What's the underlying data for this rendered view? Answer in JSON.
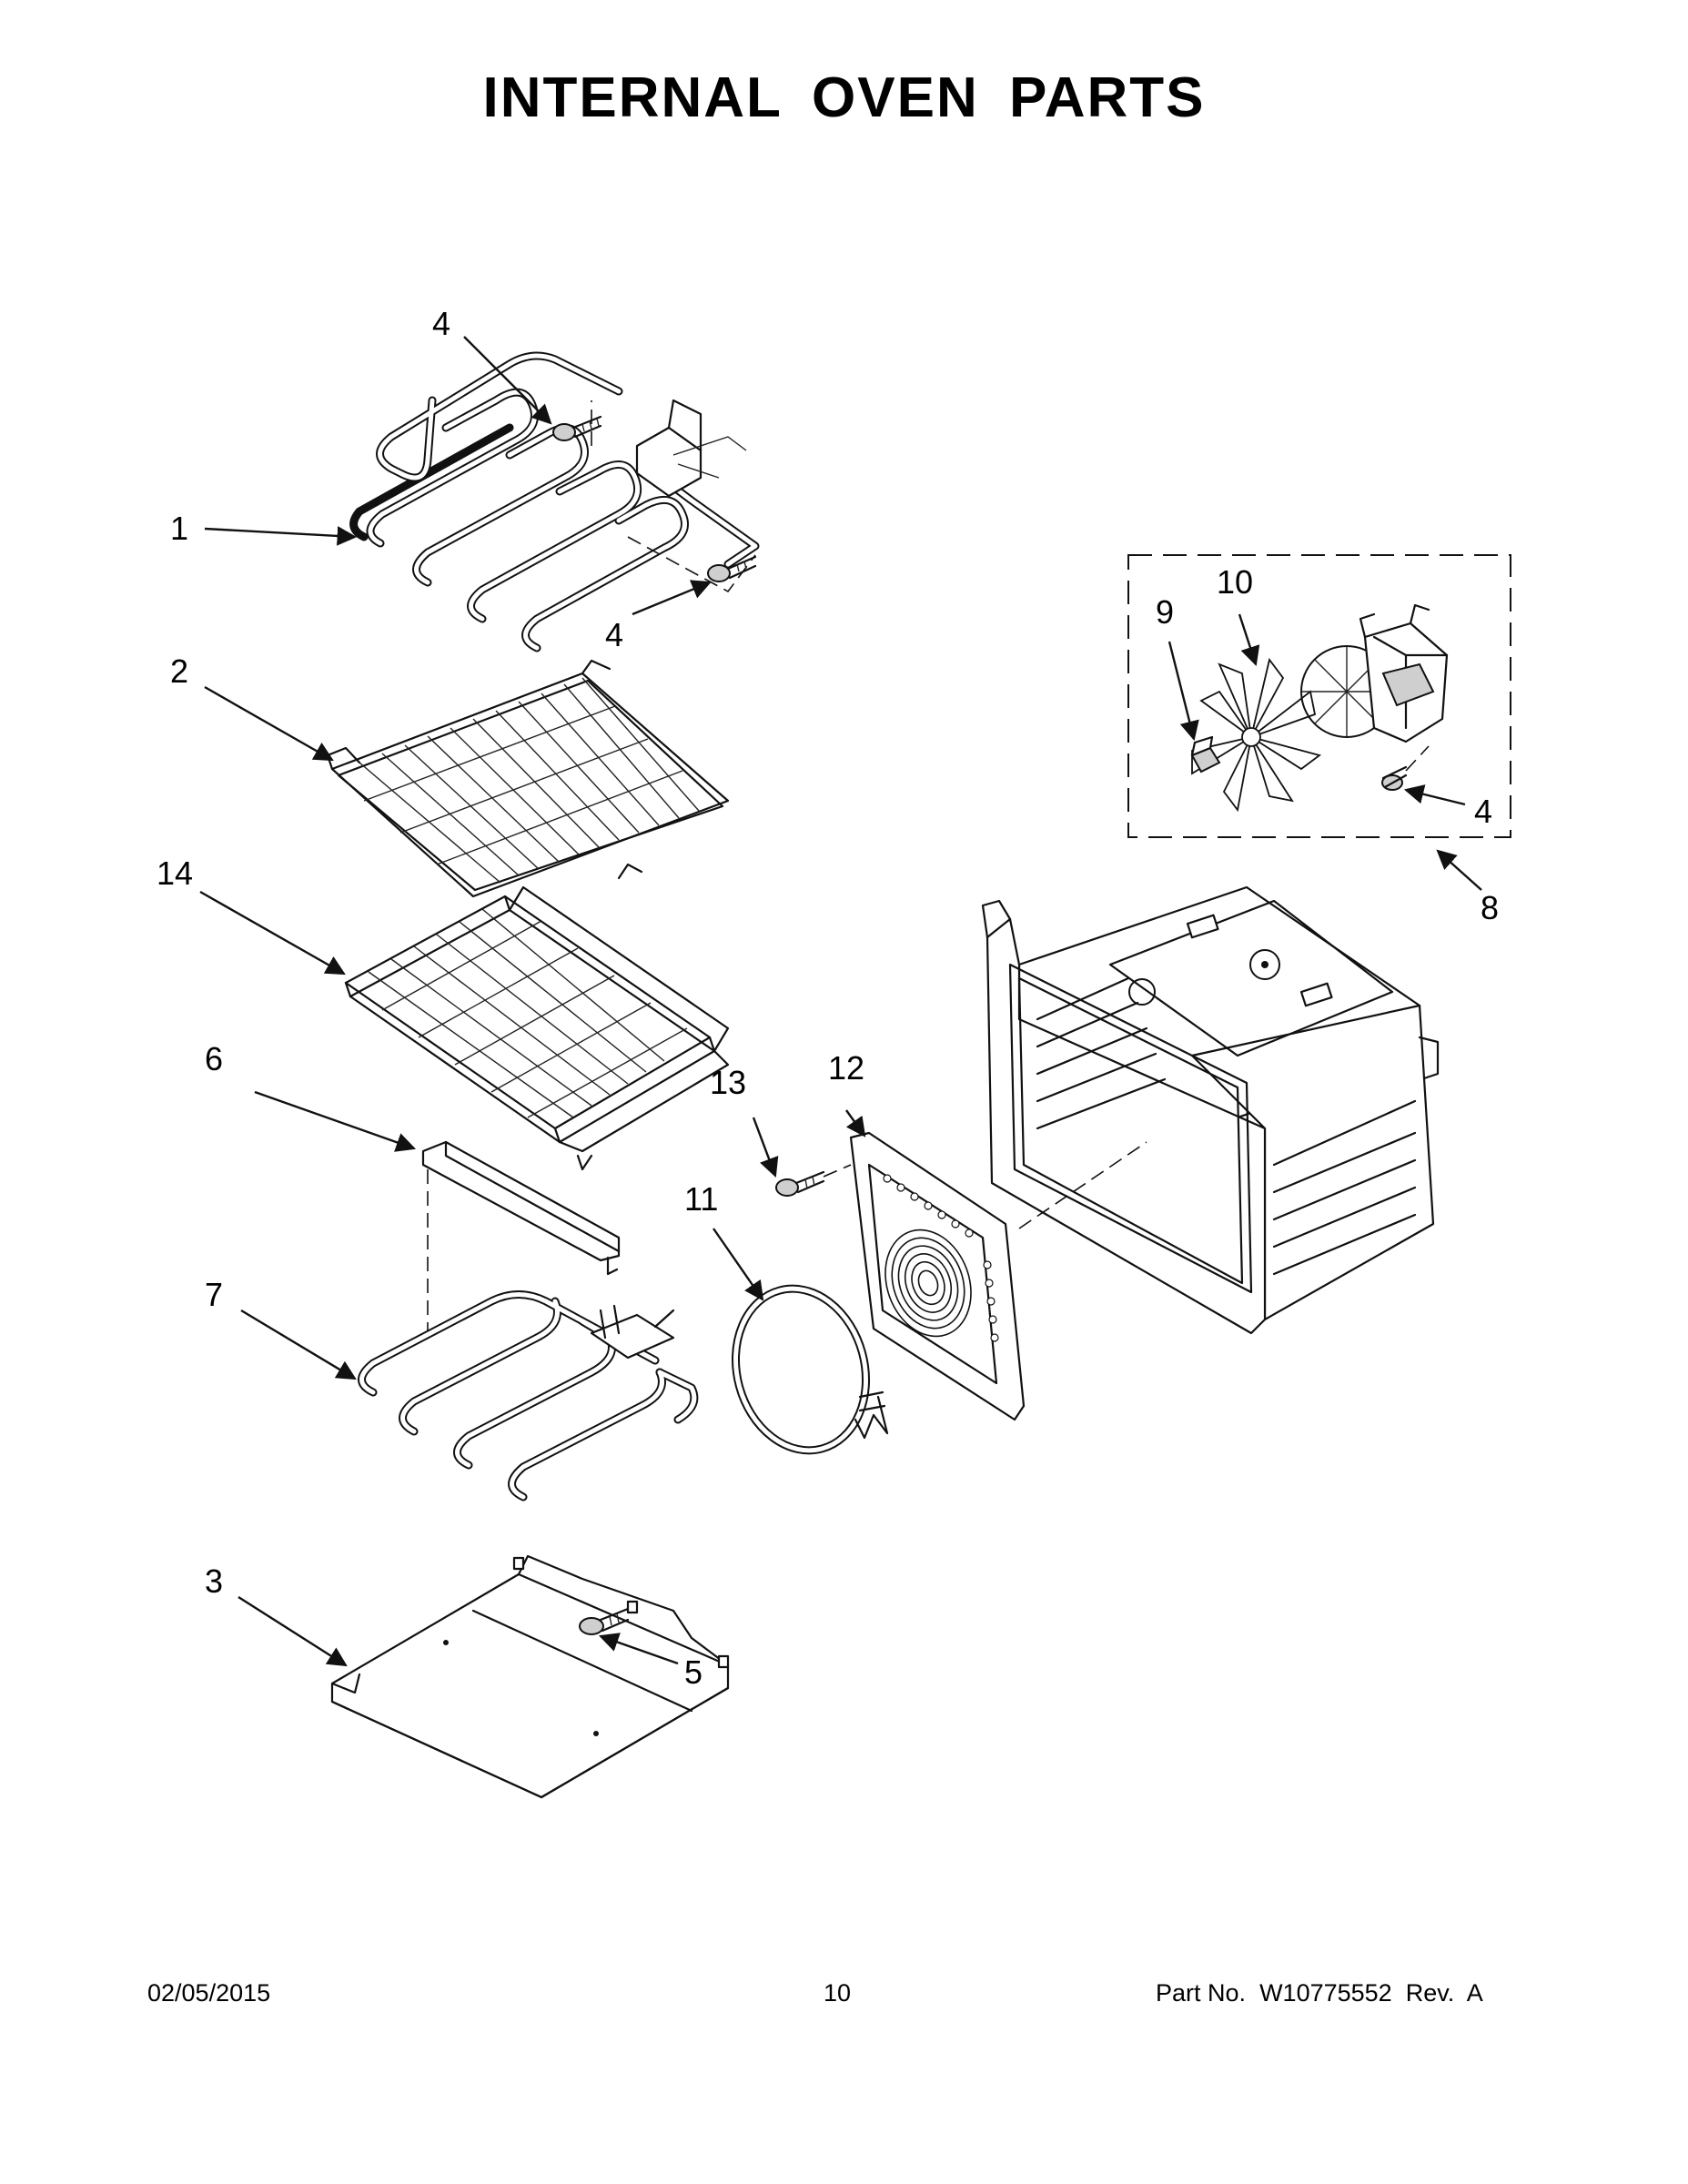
{
  "title": "INTERNAL OVEN PARTS",
  "callouts": {
    "c1": "1",
    "c2": "2",
    "c3": "3",
    "c4a": "4",
    "c4b": "4",
    "c4c": "4",
    "c5": "5",
    "c6": "6",
    "c7": "7",
    "c8": "8",
    "c9": "9",
    "c10": "10",
    "c11": "11",
    "c12": "12",
    "c13": "13",
    "c14": "14"
  },
  "footer": {
    "date": "02/05/2015",
    "page_number": "10",
    "part_label": "Part No.",
    "part_number": "W10775552",
    "rev_label": "Rev.",
    "rev_value": "A"
  }
}
